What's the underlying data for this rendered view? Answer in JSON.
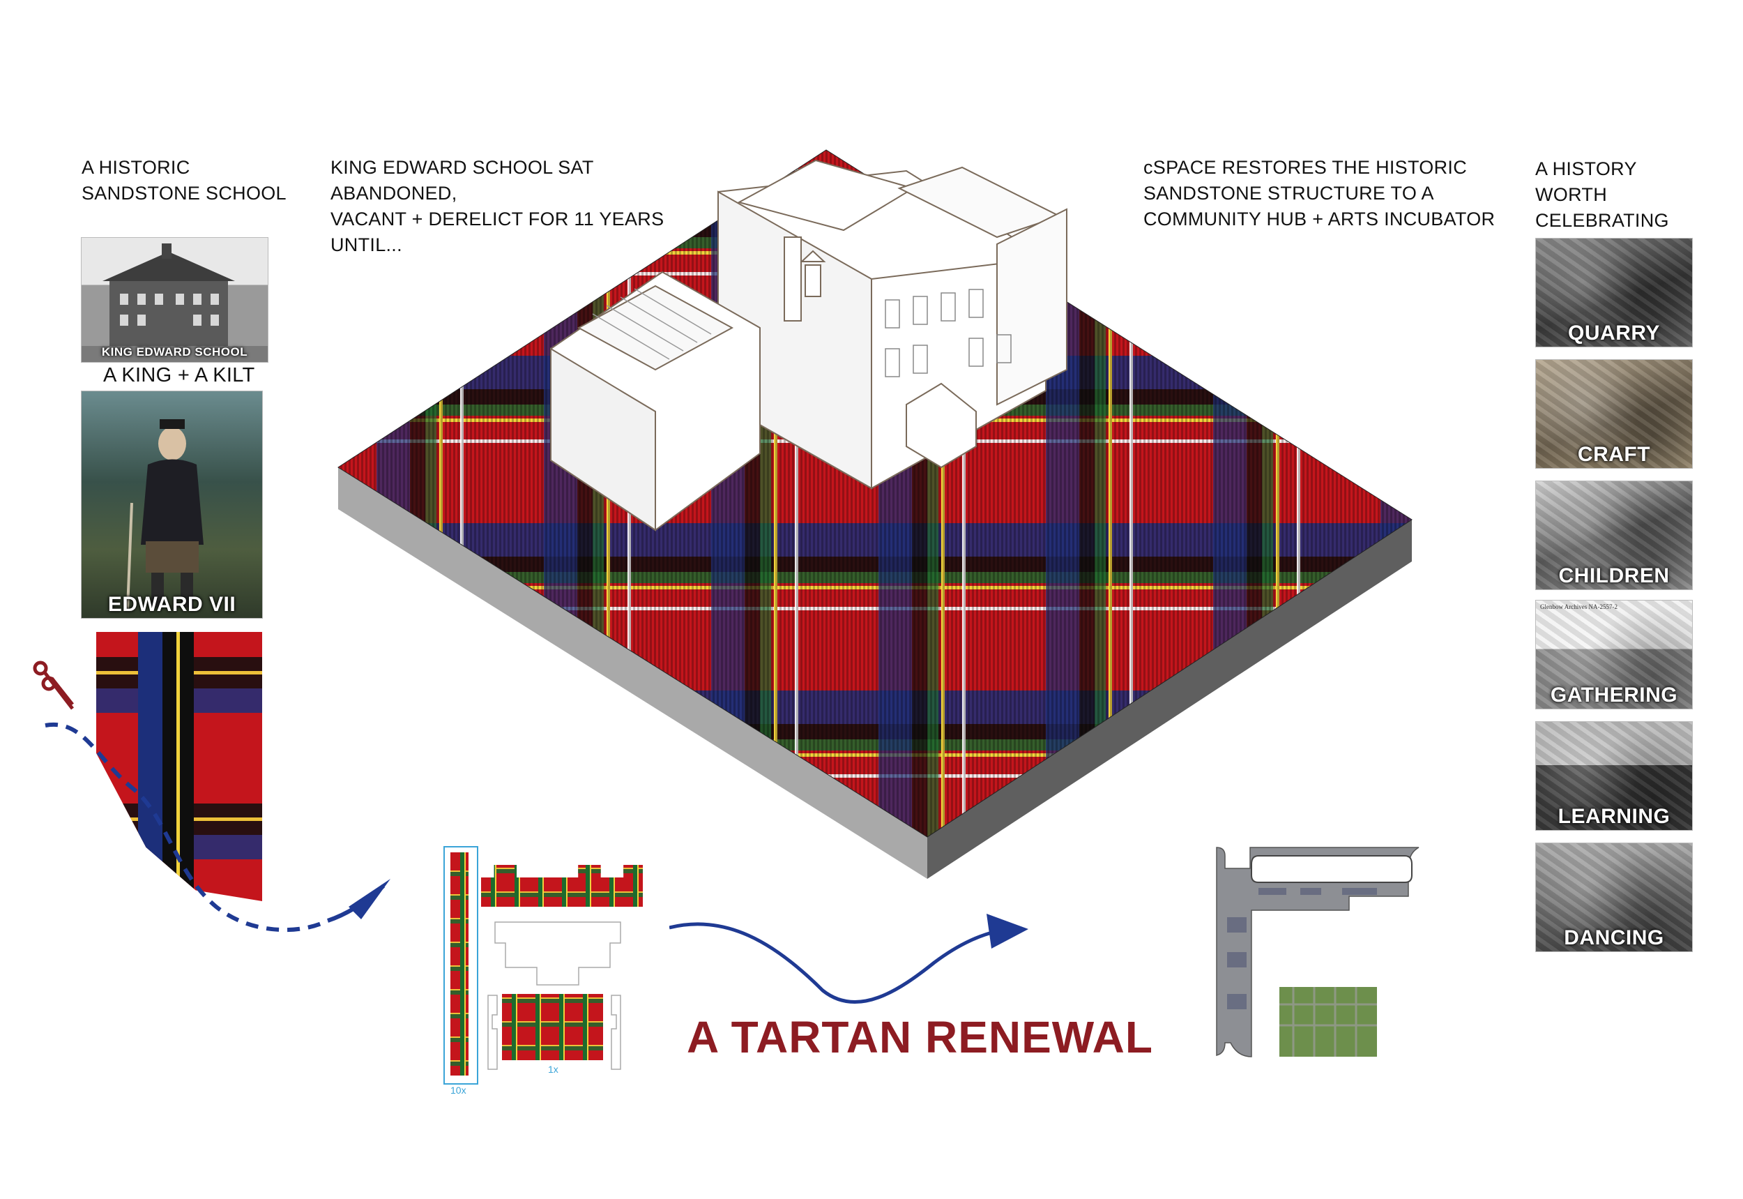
{
  "captions": {
    "historic_school": "A HISTORIC\nSANDSTONE SCHOOL",
    "abandoned": "KING EDWARD SCHOOL SAT ABANDONED,\nVACANT + DERELICT FOR 11 YEARS\nUNTIL...",
    "restores": "cSPACE RESTORES THE HISTORIC\nSANDSTONE STRUCTURE TO A\nCOMMUNITY HUB + ARTS INCUBATOR",
    "history_worth": "A HISTORY\nWORTH\nCELEBRATING",
    "king_kilt": "A KING + A KILT"
  },
  "left_photos": {
    "school_label": "KING EDWARD SCHOOL",
    "king_label": "EDWARD VII"
  },
  "history_gallery": [
    {
      "label": "QUARRY"
    },
    {
      "label": "CRAFT"
    },
    {
      "label": "CHILDREN"
    },
    {
      "label": "GATHERING"
    },
    {
      "label": "LEARNING"
    },
    {
      "label": "DANCING"
    }
  ],
  "gallery_archive_note": "Glenbow Archives NA-2557-2",
  "pattern_layout": {
    "strip_multiplier": "10x",
    "panel_multiplier": "1x"
  },
  "title": "A TARTAN RENEWAL",
  "colors": {
    "title_red": "#8d1c22",
    "arrow_blue": "#1f3a93",
    "tartan_red": "#c4151c",
    "tartan_blue": "#1c2f7a",
    "tartan_green": "#1c6b2e",
    "tartan_yellow": "#f2d33c",
    "slab_grey": "#9a9a9a"
  }
}
